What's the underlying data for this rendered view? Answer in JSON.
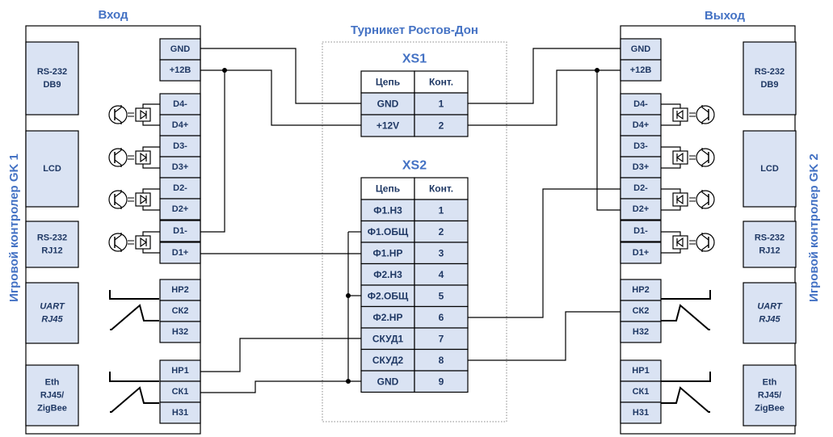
{
  "title": "Турникет Ростов-Дон",
  "left": {
    "heading": "Вход",
    "vertical_label": "Игровой контролер GK 1",
    "terminals": [
      "GND",
      "+12B",
      "D4-",
      "D4+",
      "D3-",
      "D3+",
      "D2-",
      "D2+",
      "D1-",
      "D1+",
      "НР2",
      "СК2",
      "Н32",
      "НР1",
      "СК1",
      "Н31"
    ],
    "modules": [
      "RS-232",
      "DB9",
      "LCD",
      "RS-232",
      "RJ12",
      "UART",
      "RJ45",
      "Eth",
      "RJ45/",
      "ZigBee"
    ]
  },
  "right": {
    "heading": "Выход",
    "vertical_label": "Игровой контролер GK 2",
    "terminals": [
      "GND",
      "+12B",
      "D4-",
      "D4+",
      "D3-",
      "D3+",
      "D2-",
      "D2+",
      "D1-",
      "D1+",
      "НР2",
      "СК2",
      "Н32",
      "НР1",
      "СК1",
      "Н31"
    ],
    "modules": [
      "RS-232",
      "DB9",
      "LCD",
      "RS-232",
      "RJ12",
      "UART",
      "RJ45",
      "Eth",
      "RJ45/",
      "ZigBee"
    ]
  },
  "xs1": {
    "name": "XS1",
    "headers": [
      "Цепь",
      "Конт."
    ],
    "rows": [
      [
        "GND",
        "1"
      ],
      [
        "+12V",
        "2"
      ]
    ]
  },
  "xs2": {
    "name": "XS2",
    "headers": [
      "Цепь",
      "Конт."
    ],
    "rows": [
      [
        "Ф1.Н3",
        "1"
      ],
      [
        "Ф1.ОБЩ",
        "2"
      ],
      [
        "Ф1.НР",
        "3"
      ],
      [
        "Ф2.Н3",
        "4"
      ],
      [
        "Ф2.ОБЩ",
        "5"
      ],
      [
        "Ф2.НР",
        "6"
      ],
      [
        "СКУД1",
        "7"
      ],
      [
        "СКУД2",
        "8"
      ],
      [
        "GND",
        "9"
      ]
    ]
  }
}
